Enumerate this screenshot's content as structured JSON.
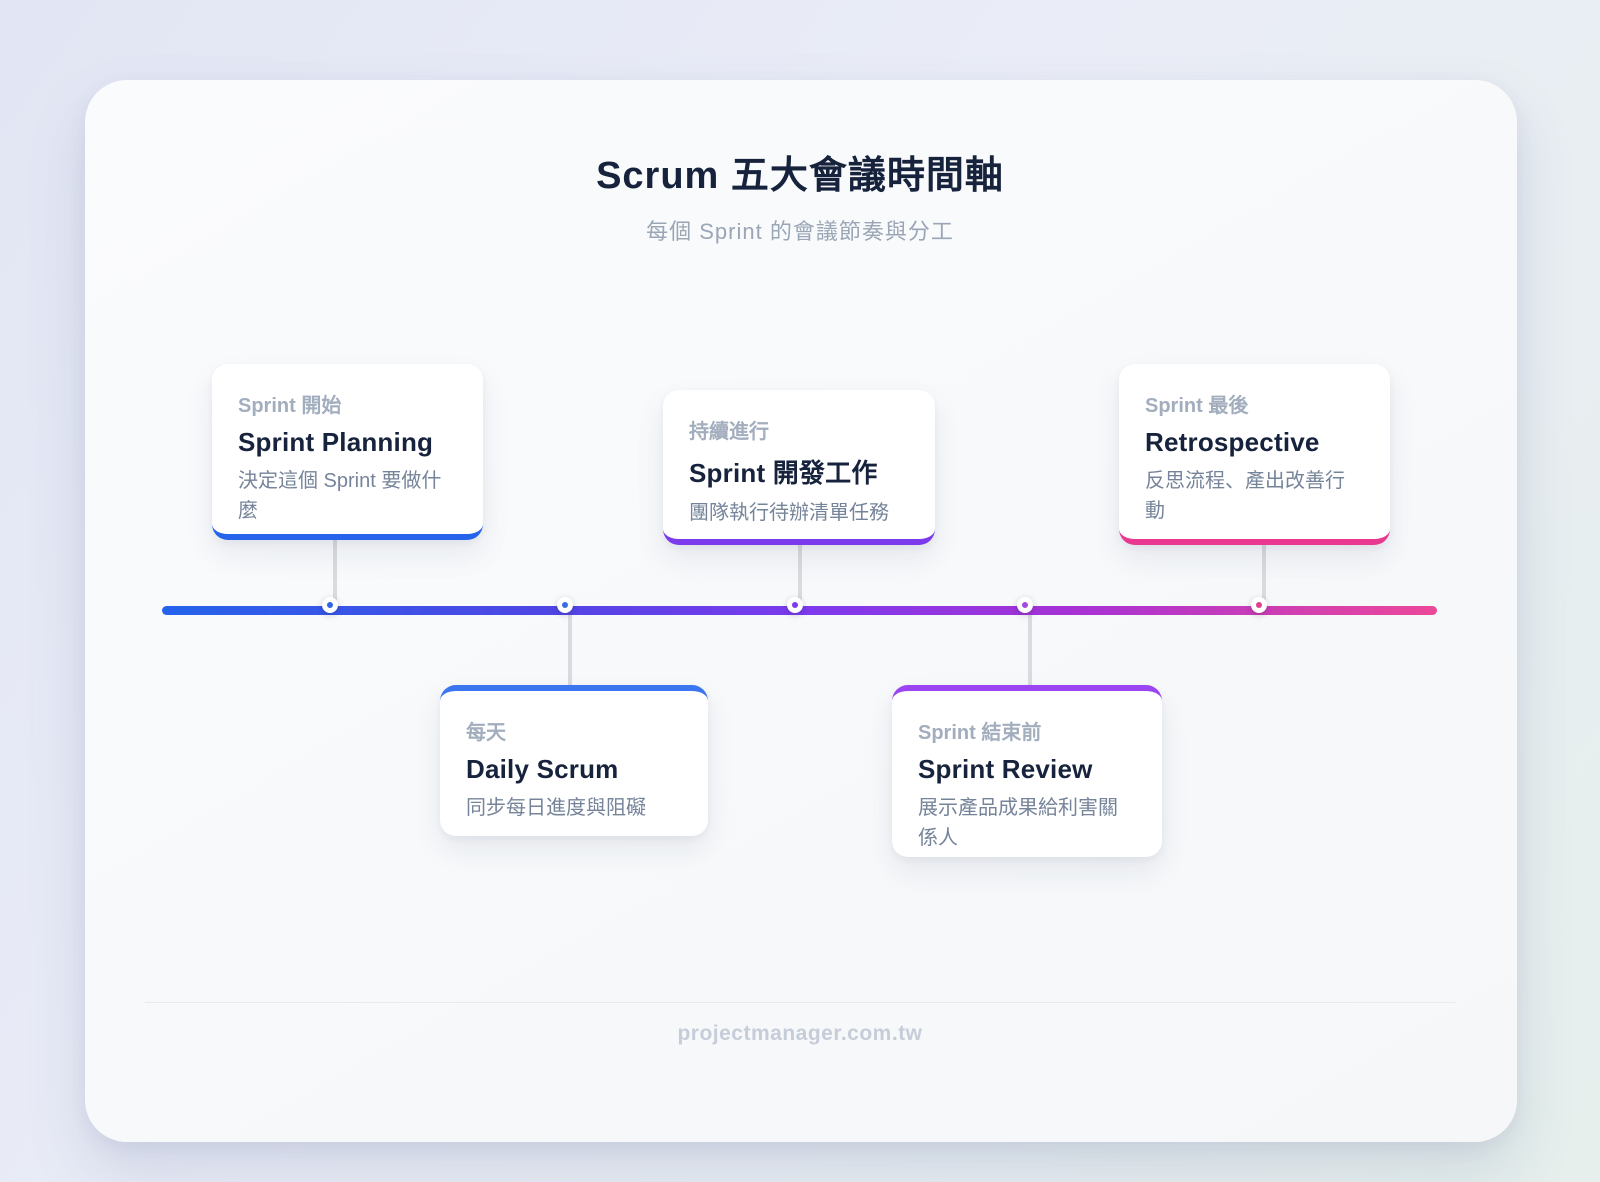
{
  "page": {
    "title": "Scrum 五大會議時間軸",
    "subtitle": "每個 Sprint 的會議節奏與分工",
    "footer": "projectmanager.com.tw"
  },
  "timeline": {
    "gradient_start": "#2563eb",
    "gradient_mid": "#7c3aed",
    "gradient_end": "#ec4899",
    "connector_color": "#d8dbdf"
  },
  "steps": [
    {
      "position": "top",
      "label": "Sprint 開始",
      "title": "Sprint Planning",
      "description": "決定這個 Sprint 要做什麼",
      "accent": "#2563eb",
      "dot_color": "#2e66e6"
    },
    {
      "position": "bottom",
      "label": "每天",
      "title": "Daily Scrum",
      "description": "同步每日進度與阻礙",
      "accent": "#3b76f0",
      "dot_color": "#3a6ae4"
    },
    {
      "position": "top",
      "label": "持續進行",
      "title": "Sprint 開發工作",
      "description": "團隊執行待辦清單任務",
      "accent": "#7c3aed",
      "dot_color": "#7c3aed"
    },
    {
      "position": "bottom",
      "label": "Sprint 結束前",
      "title": "Sprint Review",
      "description": "展示產品成果給利害關係人",
      "accent": "#9b45f2",
      "dot_color": "#a14be0"
    },
    {
      "position": "top",
      "label": "Sprint 最後",
      "title": "Retrospective",
      "description": "反思流程、產出改善行動",
      "accent": "#e8388f",
      "dot_color": "#e0418f"
    }
  ]
}
